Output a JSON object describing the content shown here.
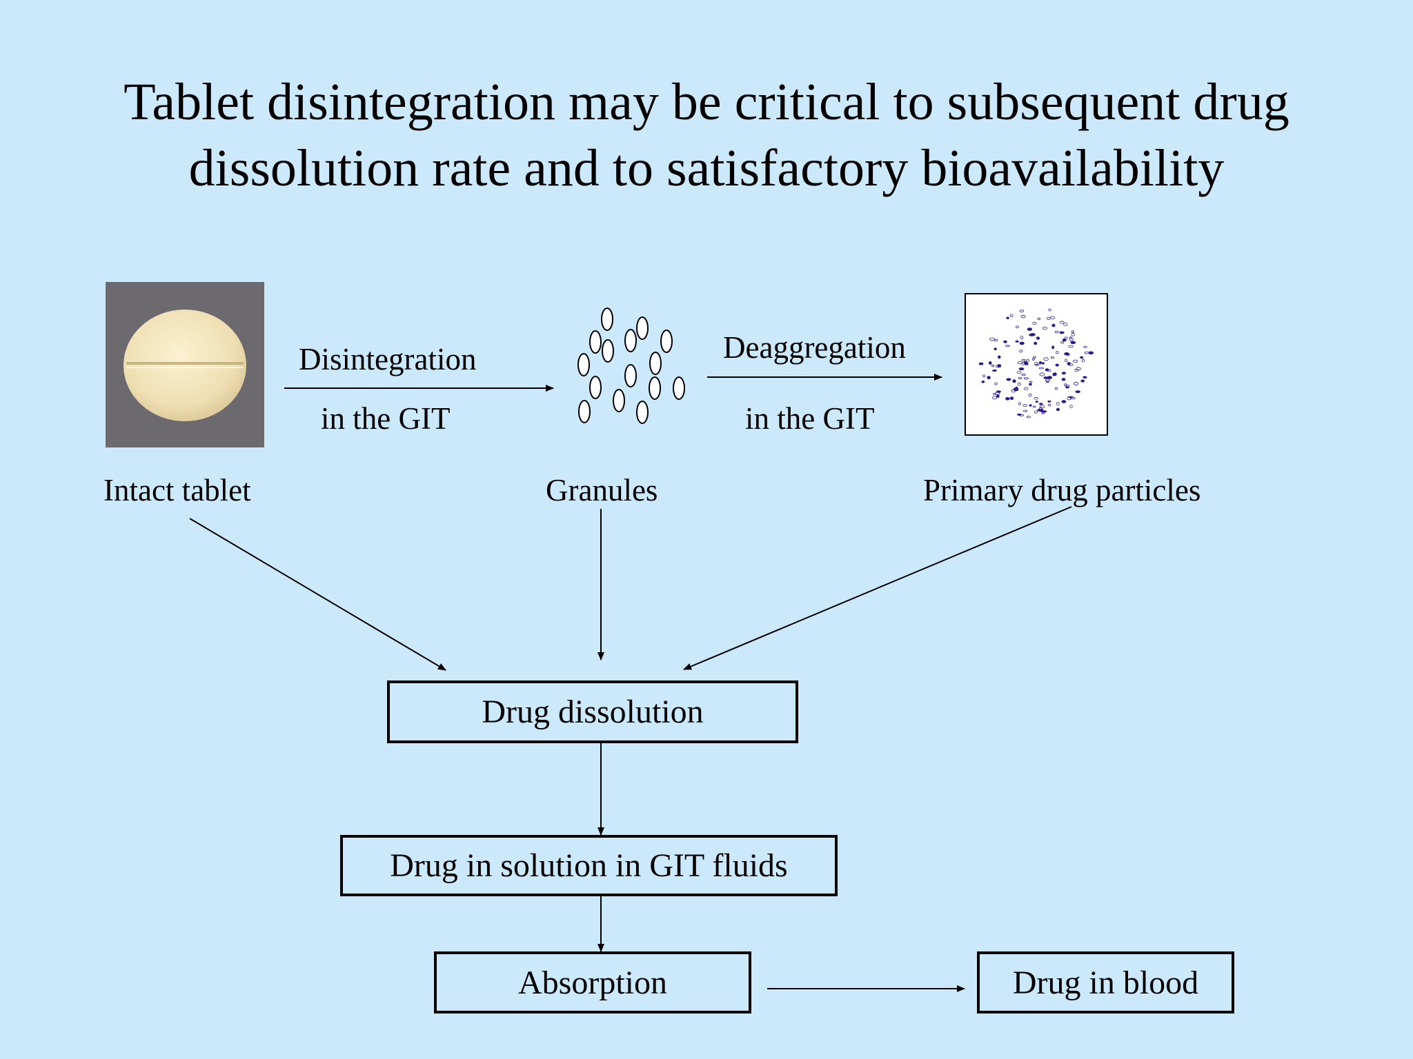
{
  "title": {
    "line1": "Tablet disintegration may be critical to subsequent drug",
    "line2": "dissolution rate and to satisfactory bioavailability"
  },
  "stages": {
    "tablet": "Intact tablet",
    "granules": "Granules",
    "particles": "Primary drug particles"
  },
  "steps": {
    "disintegration_line1": "Disintegration",
    "disintegration_line2": "in the GIT",
    "deaggregation_line1": "Deaggregation",
    "deaggregation_line2": "in the GIT"
  },
  "boxes": {
    "dissolution": "Drug dissolution",
    "in_solution": "Drug in solution in GIT fluids",
    "absorption": "Absorption",
    "blood": "Drug in blood"
  },
  "colors": {
    "background": "#cce9fc",
    "tablet_photo_bg": "#6d6a6f",
    "tablet": "#f3e4bb",
    "particles": "#2a1a8c"
  }
}
